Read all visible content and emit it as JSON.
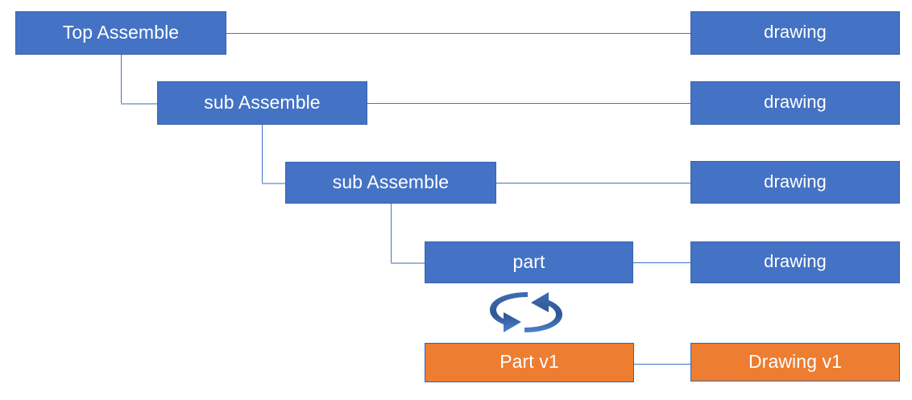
{
  "diagram": {
    "title": "Assembly BOM structure with drawings and versioned part",
    "colors": {
      "node_blue": "#4472C4",
      "node_orange": "#ED7D31",
      "border_blue": "#3A63B0",
      "connector": "#4472C4",
      "connector_soft": "#9DB4DC",
      "text": "#FFFFFF",
      "background": "#FFFFFF"
    },
    "nodes": [
      {
        "id": "top-assemble",
        "label": "Top Assemble",
        "kind": "assembly",
        "color": "blue",
        "level": 0
      },
      {
        "id": "drawing-1",
        "label": "drawing",
        "kind": "drawing",
        "color": "blue",
        "level": 0
      },
      {
        "id": "sub-assemble-1",
        "label": "sub Assemble",
        "kind": "assembly",
        "color": "blue",
        "level": 1
      },
      {
        "id": "drawing-2",
        "label": "drawing",
        "kind": "drawing",
        "color": "blue",
        "level": 1
      },
      {
        "id": "sub-assemble-2",
        "label": "sub Assemble",
        "kind": "assembly",
        "color": "blue",
        "level": 2
      },
      {
        "id": "drawing-3",
        "label": "drawing",
        "kind": "drawing",
        "color": "blue",
        "level": 2
      },
      {
        "id": "part",
        "label": "part",
        "kind": "part",
        "color": "blue",
        "level": 3
      },
      {
        "id": "drawing-4",
        "label": "drawing",
        "kind": "drawing",
        "color": "blue",
        "level": 3
      },
      {
        "id": "part-v1",
        "label": "Part v1",
        "kind": "part",
        "color": "orange",
        "level": 4
      },
      {
        "id": "drawing-v1",
        "label": "Drawing v1",
        "kind": "drawing",
        "color": "orange",
        "level": 4
      }
    ],
    "icons": {
      "cycle": "cycle-arrows-icon"
    }
  }
}
